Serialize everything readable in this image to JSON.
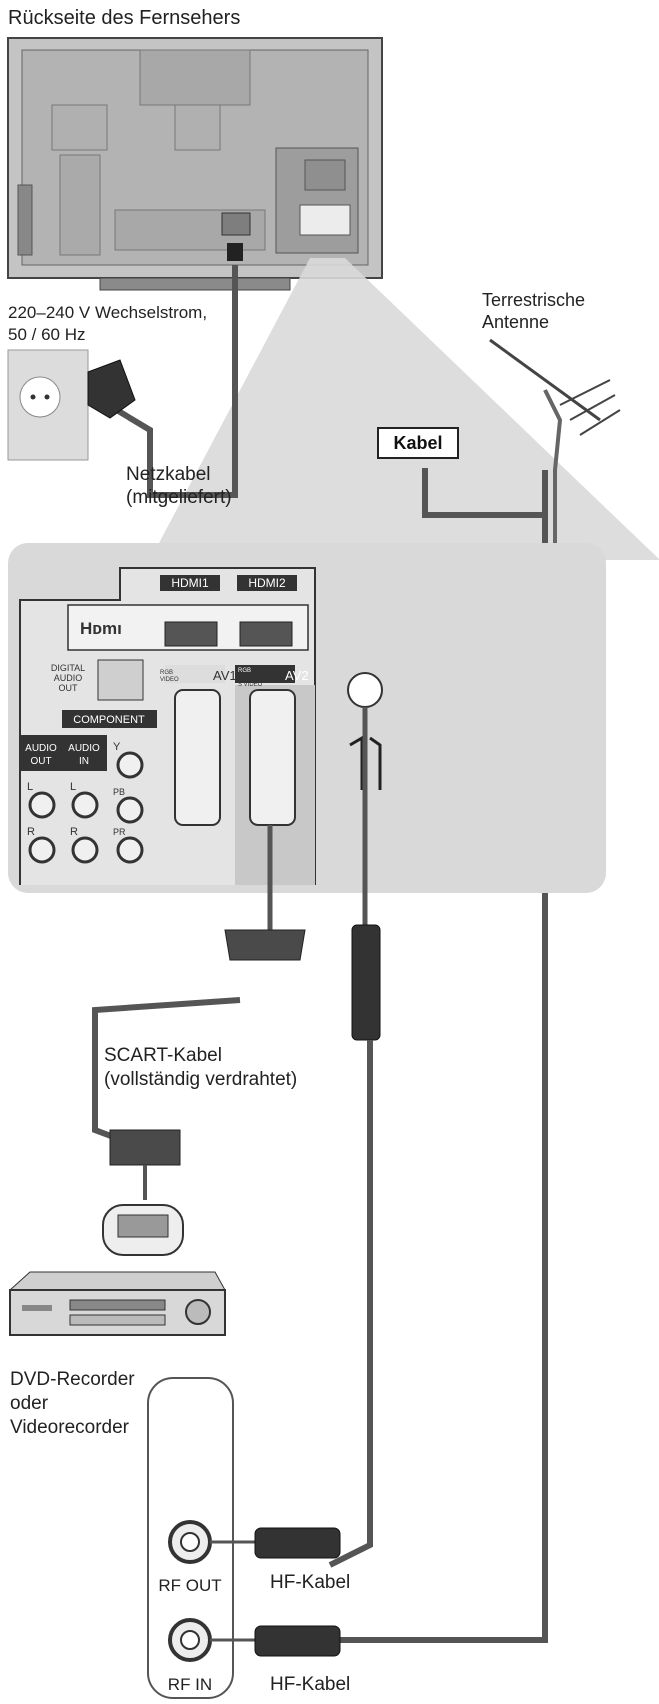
{
  "labels": {
    "tv_back": "Rückseite des Fernsehers",
    "power_line1": "220–240 V Wechselstrom,",
    "power_line2": "50 / 60 Hz",
    "antenna_line1": "Terrestrische",
    "antenna_line2": "Antenne",
    "cable_box": "Kabel",
    "power_cable_line1": "Netzkabel",
    "power_cable_line2": "(mitgeliefert)",
    "scart_line1": "SCART-Kabel",
    "scart_line2": "(vollständig verdrahtet)",
    "recorder_line1": "DVD-Recorder",
    "recorder_line2": "oder",
    "recorder_line3": "Videorecorder",
    "rf_out": "RF OUT",
    "rf_in": "RF IN",
    "hf_cable_1": "HF-Kabel",
    "hf_cable_2": "HF-Kabel"
  },
  "panel": {
    "hdmi1": "HDMI1",
    "hdmi2": "HDMI2",
    "hdmi_logo": "Hᴅmı",
    "digital_audio_1": "DIGITAL",
    "digital_audio_2": "AUDIO",
    "digital_audio_3": "OUT",
    "component": "COMPONENT",
    "audio_out_1": "AUDIO",
    "audio_out_2": "OUT",
    "audio_in_1": "AUDIO",
    "audio_in_2": "IN",
    "av1": "AV1",
    "av2": "AV2",
    "av1_sub_1": "RGB",
    "av1_sub_2": "VIDEO",
    "av2_sub_1": "RGB",
    "av2_sub_2": "VIDEO",
    "av2_sub_3": "S VIDEO",
    "ch_l": "L",
    "ch_r": "R",
    "ch_y": "Y",
    "ch_pb": "PB",
    "ch_pr": "PR"
  },
  "colors": {
    "cable": "#555555",
    "panel_bg": "#d9d9d9",
    "tv_body": "#bdbdbd",
    "tv_dark": "#8a8a8a"
  }
}
